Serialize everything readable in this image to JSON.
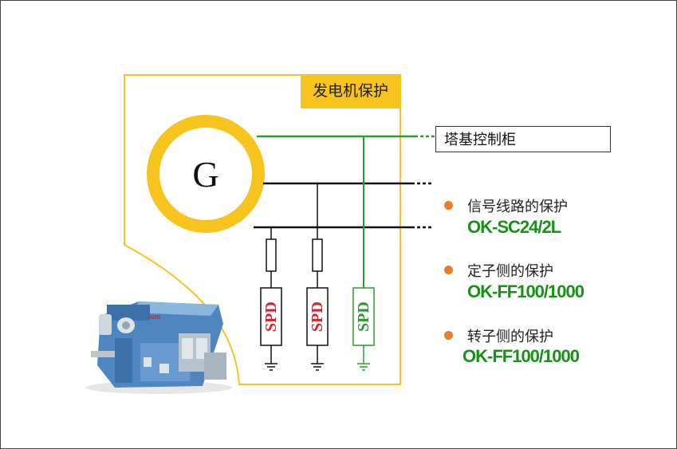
{
  "title": "发电机保护",
  "generator_label": "G",
  "cabinet_label": "塔基控制柜",
  "spd_labels": [
    "SPD",
    "SPD",
    "SPD"
  ],
  "protections": [
    {
      "title": "信号线路的保护",
      "product": "OK-SC24/2L"
    },
    {
      "title": " 定子侧的保护",
      "product": "OK-FF100/1000"
    },
    {
      "title": "转子侧的保护",
      "product": "OK-FF100/1000"
    }
  ],
  "motor_brand": "ABB",
  "colors": {
    "accent_yellow": "#f7c31d",
    "line_green": "#2e9a2e",
    "spd_red": "#d6232a",
    "bullet_orange": "#ea7d2a",
    "motor_blue": "#5b93c9"
  }
}
